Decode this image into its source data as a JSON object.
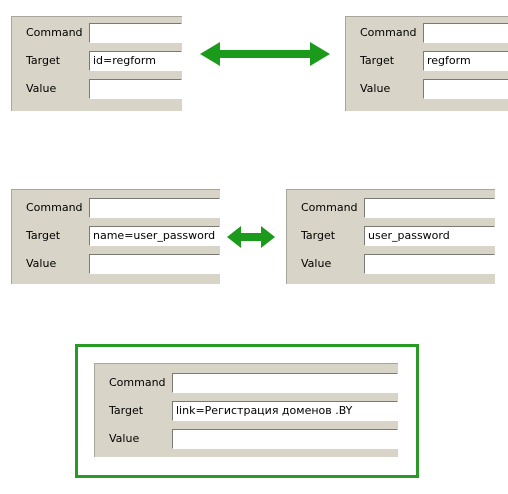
{
  "labels": {
    "command": "Command",
    "target": "Target",
    "value": "Value"
  },
  "examples": [
    {
      "before_target": "id=regform",
      "after_target": "regform"
    },
    {
      "before_target": "name=user_password",
      "after_target": "user_password"
    }
  ],
  "highlighted": {
    "target": "link=Регистрация доменов .BY"
  },
  "colors": {
    "arrow": "#1c9a1c",
    "highlight_border": "#2a9a26",
    "panel_bg": "#d8d4c8"
  }
}
